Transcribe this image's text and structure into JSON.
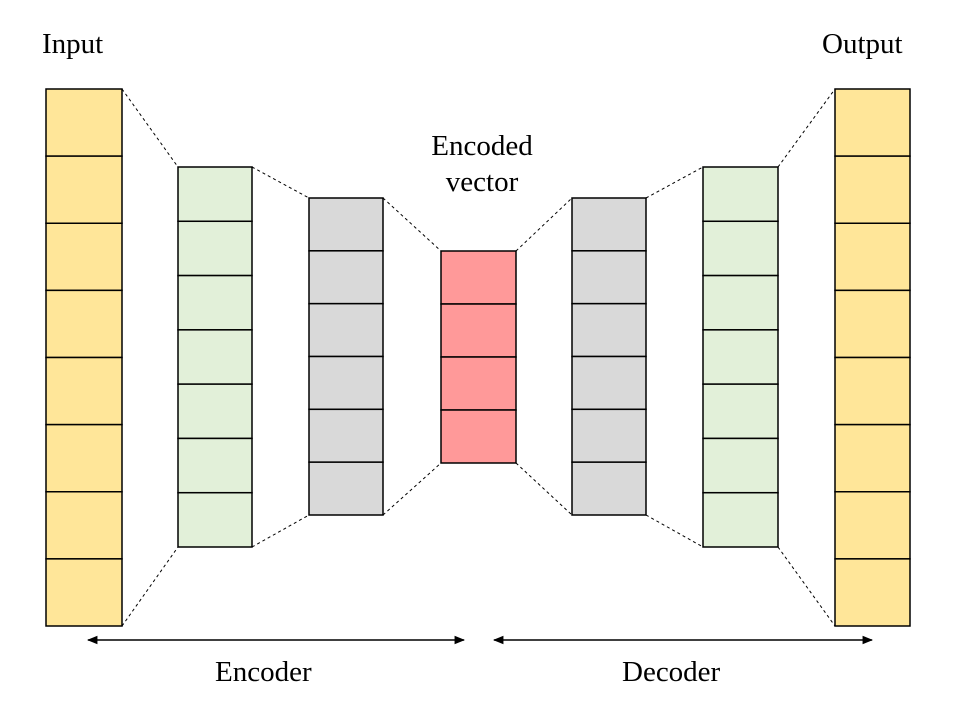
{
  "labels": {
    "input": "Input",
    "output": "Output",
    "encoded_line1": "Encoded",
    "encoded_line2": "vector",
    "encoder": "Encoder",
    "decoder": "Decoder"
  },
  "layers": [
    {
      "name": "input-layer",
      "cells": 8,
      "color": "#FFE699"
    },
    {
      "name": "encoder-hidden-layer-1",
      "cells": 7,
      "color": "#E2F0D9"
    },
    {
      "name": "encoder-hidden-layer-2",
      "cells": 6,
      "color": "#D9D9D9"
    },
    {
      "name": "encoded-vector-layer",
      "cells": 4,
      "color": "#FF9999"
    },
    {
      "name": "decoder-hidden-layer-1",
      "cells": 6,
      "color": "#D9D9D9"
    },
    {
      "name": "decoder-hidden-layer-2",
      "cells": 7,
      "color": "#E2F0D9"
    },
    {
      "name": "output-layer",
      "cells": 8,
      "color": "#FFE699"
    }
  ]
}
